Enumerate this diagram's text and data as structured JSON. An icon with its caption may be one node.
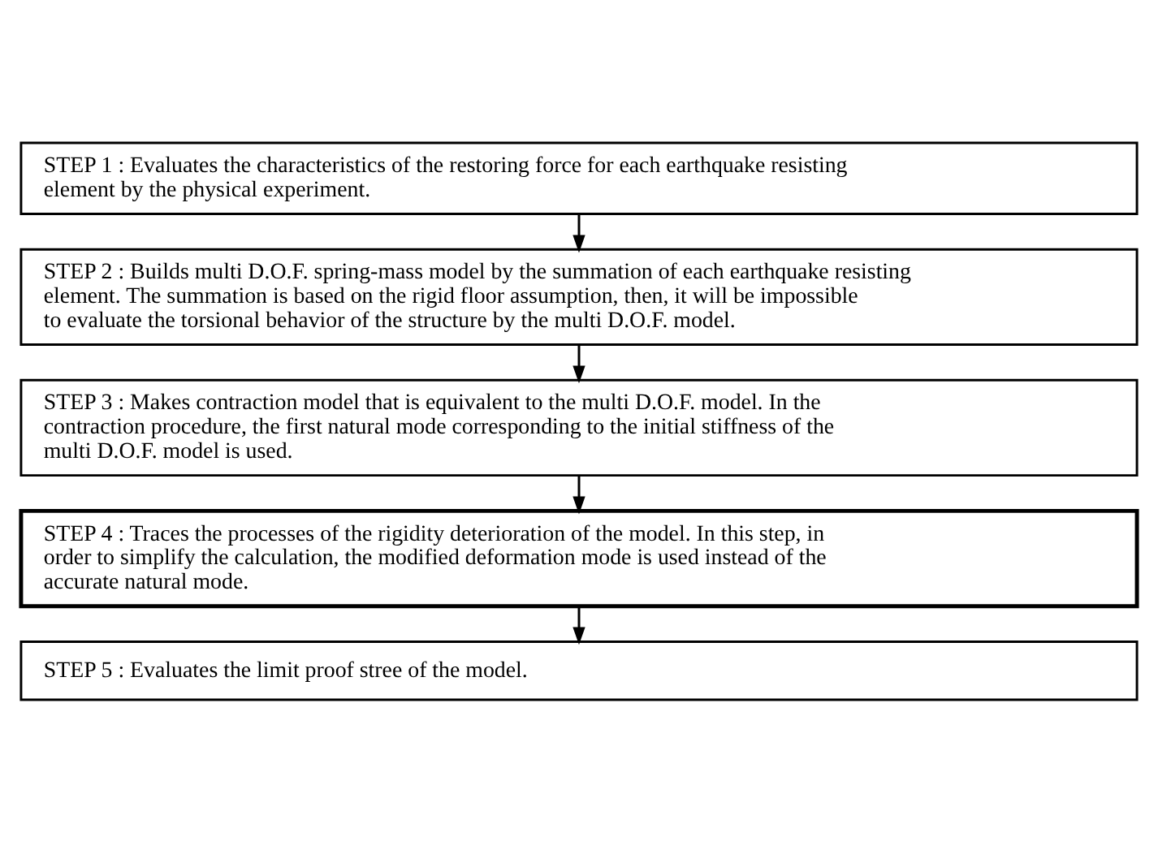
{
  "diagram": {
    "nodes": [
      {
        "text": [
          "STEP 1 : Evaluates the characteristics of the restoring force for each earthquake resisting element by the physical experiment."
        ]
      },
      {
        "text": [
          "STEP 2 : Builds multi D.O.F. spring-mass model by the summation of each earthquake resisting element. The summation is based on the rigid floor assumption, then, it will be impossible to evaluate the torsional behavior of the structure by the multi D.O.F. model."
        ]
      },
      {
        "text": [
          "STEP 3 : Makes contraction model that is equivalent to the multi D.O.F. model. In the contraction procedure, the first natural mode corresponding to the initial stiffness of the multi D.O.F. model is used."
        ]
      },
      {
        "text": [
          "STEP 4 : Traces the processes of the rigidity deterioration of the model. In this step, in order to simplify the calculation, the modified deformation mode is used instead of the accurate natural mode."
        ]
      },
      {
        "text": [
          "STEP 5 : Evaluates the limit proof stree of the model."
        ]
      }
    ],
    "edges": [
      {
        "from": 0,
        "to": 1,
        "arrow": "to"
      },
      {
        "from": 1,
        "to": 2,
        "arrow": "to"
      },
      {
        "from": 2,
        "to": 3,
        "arrow": "to"
      },
      {
        "from": 3,
        "to": 4,
        "arrow": "to"
      }
    ]
  }
}
